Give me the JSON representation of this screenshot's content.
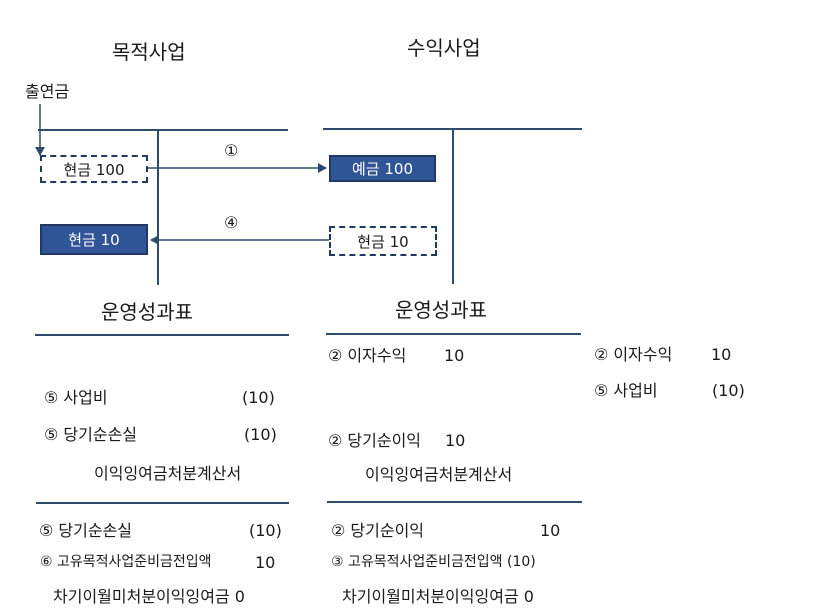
{
  "diagram": {
    "headers": {
      "left": "목적사업",
      "right": "수익사업"
    },
    "contribution_label": "출연금",
    "boxes": {
      "left_top": "현금 100",
      "right_top": "예금 100",
      "left_bottom": "현금 10",
      "right_bottom": "현금 10"
    },
    "arrows": {
      "top": "①",
      "bottom": "④"
    },
    "colors": {
      "line": "#2d4b6b",
      "box_fill": "#2f5597",
      "box_border": "#1f3864"
    }
  },
  "left_statement": {
    "title": "운영성과표",
    "rows": [
      {
        "label": "⑤ 사업비",
        "value": "(10)"
      },
      {
        "label": "⑤ 당기순손실",
        "value": "(10)"
      }
    ],
    "appropriation": {
      "title": "이익잉여금처분계산서",
      "rows": [
        {
          "label": "⑤ 당기순손실",
          "value": "(10)"
        },
        {
          "label": "⑥ 고유목적사업준비금전입액",
          "value": "10"
        }
      ],
      "carryforward": "차기이월미처분이익잉여금  0"
    }
  },
  "right_statement": {
    "title": "운영성과표",
    "rows": [
      {
        "label": "② 이자수익",
        "value": "10"
      },
      {
        "label": "② 당기순이익",
        "value": "10"
      }
    ],
    "appropriation": {
      "title": "이익잉여금처분계산서",
      "rows": [
        {
          "label": "②   당기순이익",
          "value": "10"
        },
        {
          "label": "③  고유목적사업준비금전입액 (10)",
          "value": ""
        }
      ],
      "carryforward": "차기이월미처분이익잉여금 0"
    }
  },
  "side_notes": [
    {
      "label": "② 이자수익",
      "value": "10"
    },
    {
      "label": "⑤ 사업비",
      "value": "(10)"
    }
  ]
}
